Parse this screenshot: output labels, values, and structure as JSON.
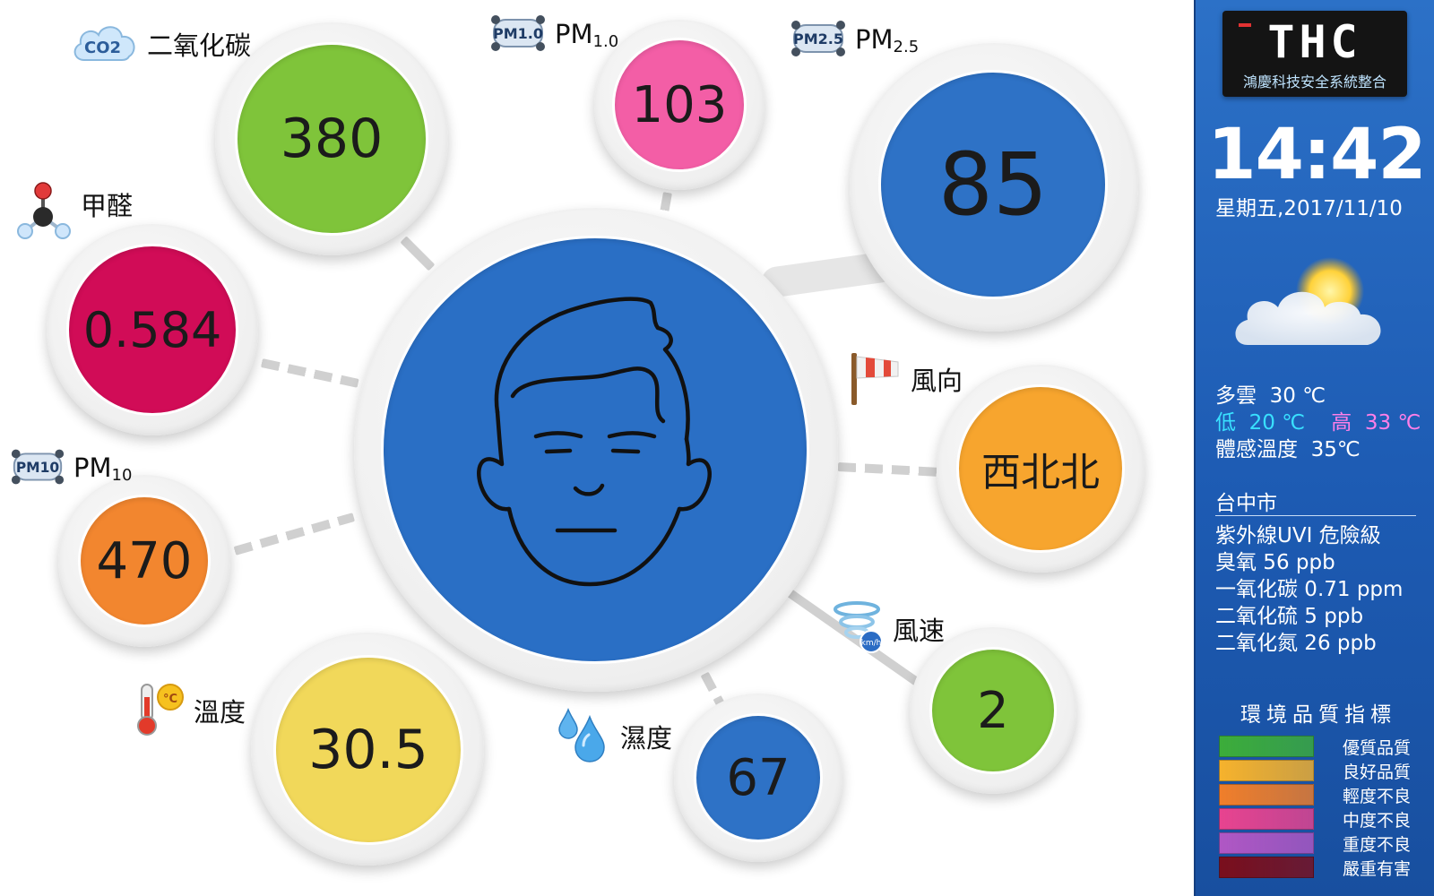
{
  "gauges": {
    "co2": {
      "label": "二氧化碳",
      "value": "380",
      "color": "#7fc43a"
    },
    "pm1": {
      "label": "PM",
      "sub": "1.0",
      "value": "103",
      "color": "#f35ea6"
    },
    "pm25": {
      "label": "PM",
      "sub": "2.5",
      "value": "85",
      "color": "#2e72c6"
    },
    "hcho": {
      "label": "甲醛",
      "value": "0.584",
      "color": "#d10c57"
    },
    "pm10": {
      "label": "PM",
      "sub": "10",
      "value": "470",
      "color": "#f2862f"
    },
    "wind_dir": {
      "label": "風向",
      "value": "西北北",
      "color": "#f7a52e"
    },
    "wind_speed": {
      "label": "風速",
      "value": "2",
      "color": "#7fc43a"
    },
    "temperature": {
      "label": "溫度",
      "value": "30.5",
      "color": "#f1d85a"
    },
    "humidity": {
      "label": "濕度",
      "value": "67",
      "color": "#2e72c6"
    }
  },
  "face_color": "#2a6fc5",
  "icons": {
    "co2": "co2-cloud-icon",
    "pm1": "pm-particle-icon",
    "pm25": "pm-particle-icon",
    "hcho": "molecule-icon",
    "pm10": "pm-particle-icon",
    "wind_dir": "windsock-icon",
    "wind_speed": "whirlwind-icon",
    "temperature": "thermometer-icon",
    "humidity": "water-drop-icon",
    "weather": "partly-cloudy-icon",
    "face": "neutral-face-icon",
    "pm_badge_1": "PM1.0",
    "pm_badge_25": "PM2.5",
    "pm_badge_10": "PM10",
    "co2_badge": "CO2",
    "speed_unit": "km/h",
    "temp_unit": "°C"
  },
  "sidebar": {
    "logo": "THC",
    "company": "鴻慶科技安全系統整合",
    "time": "14:42",
    "date": "星期五,2017/11/10",
    "weather": {
      "condition": "多雲",
      "temp": "30 ℃",
      "low_label": "低",
      "low": "20 ℃",
      "high_label": "高",
      "high": "33 ℃",
      "feels_label": "體感溫度",
      "feels": "35℃"
    },
    "city": "台中市",
    "uvi": "紫外線UVI  危險級",
    "ozone": "臭氧  56 ppb",
    "co": "一氧化碳  0.71 ppm",
    "so2": "二氧化硫  5 ppb",
    "no2": "二氧化氮  26 ppb",
    "legend_title": "環境品質指標",
    "legend": [
      {
        "label": "優質品質",
        "color": "#3cad3a"
      },
      {
        "label": "良好品質",
        "color": "#f6b22c"
      },
      {
        "label": "輕度不良",
        "color": "#f07e2a"
      },
      {
        "label": "中度不良",
        "color": "#e8438f"
      },
      {
        "label": "重度不良",
        "color": "#b057c4"
      },
      {
        "label": "嚴重有害",
        "color": "#7a0e1c"
      }
    ]
  },
  "colors": {
    "low": "#39e0ff",
    "high": "#ff7fe8"
  }
}
